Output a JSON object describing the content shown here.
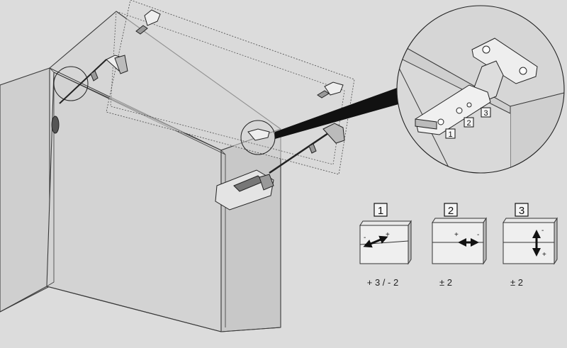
{
  "detail_callouts": [
    "1",
    "2",
    "3"
  ],
  "panels": [
    {
      "number": "1",
      "value": "+ 3 / - 2",
      "minus": "-",
      "plus": "+",
      "direction": "depth"
    },
    {
      "number": "2",
      "value": "± 2",
      "minus": "-",
      "plus": "+",
      "direction": "side"
    },
    {
      "number": "3",
      "value": "± 2",
      "minus": "-",
      "plus": "+",
      "direction": "height"
    }
  ],
  "colors": {
    "background": "#dcdcdc",
    "cabinet_face": "#d2d2d2",
    "cabinet_side": "#c9c9c9",
    "line": "#3a3a3a",
    "door": "#d9d9d9",
    "callout_wedge": "#111111",
    "detail_circle": "#e6e6e6"
  },
  "icons": [
    "hinge-icon",
    "lift-mechanism-icon",
    "double-arrow-icon"
  ]
}
